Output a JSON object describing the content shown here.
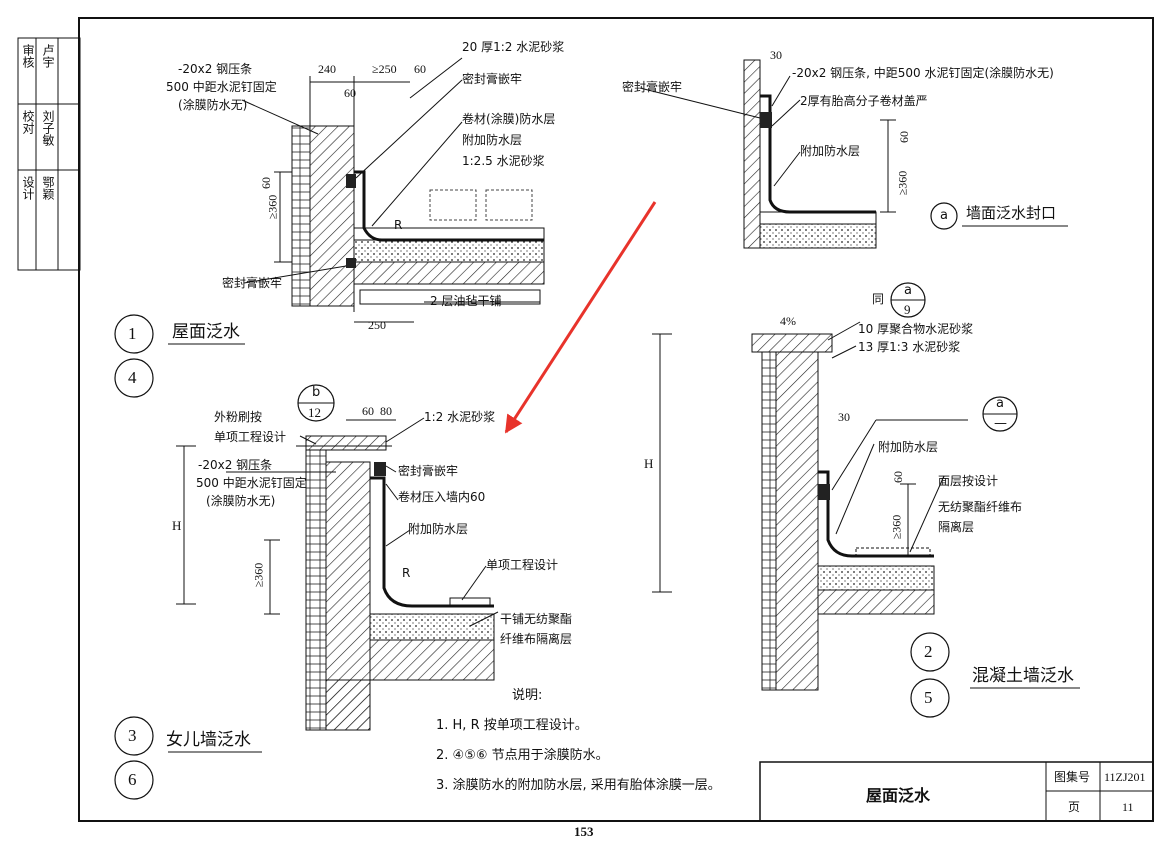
{
  "side_block": {
    "cells": [
      {
        "role": "审核",
        "name": "卢宇"
      },
      {
        "role": "校对",
        "name": "刘子敏"
      },
      {
        "role": "设计",
        "name": "鄂颖"
      }
    ]
  },
  "detail1": {
    "num": "1",
    "alt": "4",
    "title": "屋面泛水",
    "dims": [
      "240",
      "≥250",
      "60",
      "60",
      "≥360",
      "60",
      "250"
    ],
    "r": "R",
    "left_labels": [
      "-20x2 钢压条",
      "500 中距水泥钉固定",
      "(涂膜防水无)"
    ],
    "right_labels": [
      "20 厚1:2 水泥砂浆",
      "密封膏嵌牢",
      "卷材(涂膜)防水层",
      "附加防水层",
      "1:2.5 水泥砂浆"
    ],
    "seal_label": "密封膏嵌牢",
    "felt_label": "2 层油毡干铺"
  },
  "detailA": {
    "num": "a",
    "title": "墙面泛水封口",
    "dims": [
      "30",
      "60",
      "≥360"
    ],
    "labels": [
      "密封膏嵌牢",
      "-20x2 钢压条, 中距500 水泥钉固定(涂膜防水无)",
      "2厚有胎高分子卷材盖严",
      "附加防水层"
    ]
  },
  "detail3": {
    "num": "3",
    "alt": "6",
    "title": "女儿墙泛水",
    "ref": {
      "top": "b",
      "bottom": "12"
    },
    "dims": [
      "60",
      "80",
      "H",
      "≥360"
    ],
    "r": "R",
    "left_labels": [
      "外粉刷按",
      "单项工程设计",
      "-20x2 钢压条",
      "500 中距水泥钉固定",
      "(涂膜防水无)"
    ],
    "right_labels": [
      "1:2 水泥砂浆",
      "密封膏嵌牢",
      "卷材压入墙内60",
      "附加防水层",
      "单项工程设计",
      "干铺无纺聚酯",
      "纤维布隔离层"
    ]
  },
  "detail2": {
    "num": "2",
    "alt": "5",
    "title": "混凝土墙泛水",
    "same_as": "同",
    "ref": {
      "top": "a",
      "bottom": "9"
    },
    "ref2": {
      "top": "a",
      "bottom": "—"
    },
    "slope": "4%",
    "dims": [
      "H",
      "30",
      "60",
      "≥360"
    ],
    "labels": [
      "10 厚聚合物水泥砂浆",
      "13 厚1:3 水泥砂浆",
      "附加防水层",
      "面层按设计",
      "无纺聚酯纤维布",
      "隔离层"
    ]
  },
  "notes": {
    "title": "说明:",
    "items": [
      "1.  H, R   按单项工程设计。",
      "2.  ④⑤⑥ 节点用于涂膜防水。",
      "3.  涂膜防水的附加防水层, 采用有胎体涂膜一层。"
    ]
  },
  "title_block": {
    "title": "屋面泛水",
    "atlas_label": "图集号",
    "atlas_value": "11ZJ201",
    "page_label": "页",
    "page_value": "11"
  },
  "page_number": "153",
  "colors": {
    "ink": "#111111",
    "arrow": "#e8332b"
  }
}
